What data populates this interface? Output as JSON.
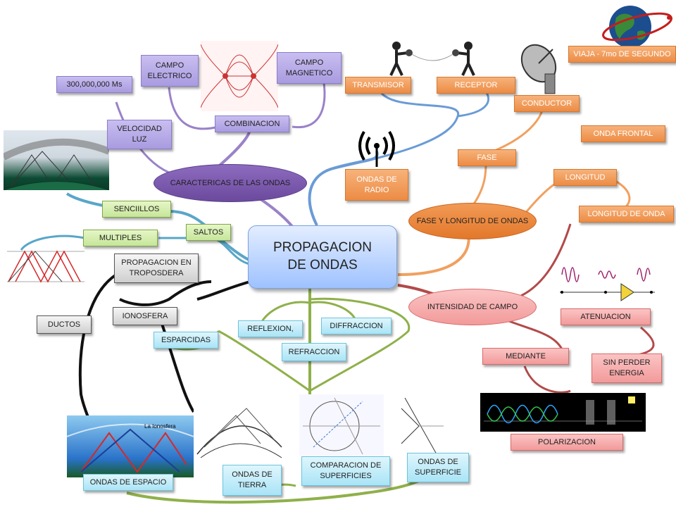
{
  "central": {
    "label": "PROPAGACION\nDE ONDAS"
  },
  "nodes": {
    "caracteristicas": "CARACTERICAS DE LAS ONDAS",
    "velocidad_luz": "VELOCIDAD LUZ",
    "velocidad_valor": "300,000,000 Ms",
    "campo_electrico": "CAMPO ELECTRICO",
    "campo_magnetico": "CAMPO MAGNETICO",
    "combinacion": "COMBINACION",
    "transmisor": "TRANSMISOR",
    "receptor": "RECEPTOR",
    "conductor": "CONDUCTOR",
    "viaja": "VIAJA - 7mo DE SEGUNDO",
    "ondas_radio": "ONDAS DE RADIO",
    "fase": "FASE",
    "onda_frontal": "ONDA  FRONTAL",
    "longitud": "LONGITUD",
    "longitud_onda": "LONGITUD  DE ONDA",
    "fase_longitud": "FASE Y LONGITUD  DE ONDAS",
    "intensidad": "INTENSIDAD  DE CAMPO",
    "atenuacion": "ATENUACION",
    "mediante": "MEDIANTE",
    "sin_perder": "SIN PERDER ENERGIA",
    "polarizacion": "POLARIZACION",
    "sencillos": "SENCIILLOS",
    "multiples": "MULTIPLES",
    "saltos": "SALTOS",
    "troposfera": "PROPAGACION EN TROPOSDERA",
    "ionosfera": "IONOSFERA",
    "ductos": "DUCTOS",
    "esparcidas": "ESPARCIDAS",
    "reflexion": "REFLEXION,",
    "difraccion": "DIFFRACCION",
    "refraccion": "REFRACCION",
    "ondas_espacio": "ONDAS DE ESPACIO",
    "ondas_tierra": "ONDAS DE TIERRA",
    "comparacion": "COMPARACION DE SUPERFICIES",
    "ondas_superficie": "ONDAS DE SUPERFICIE"
  },
  "images": {
    "ionosfera_labels": {
      "title": "La Ionosfera"
    },
    "field_lines": "electric-field-lines-image",
    "boxers": "transmitter-receiver-figures-image",
    "globe": "globe-icon",
    "dish": "satellite-dish-icon",
    "radio": "radio-waves-icon"
  },
  "colors": {
    "purple": "#a99be0",
    "orange": "#ec8c45",
    "green": "#c6e69a",
    "grey": "#cfcfcf",
    "cyan": "#a9e4f6",
    "pink": "#f29a9a",
    "central": "#9ec2ff"
  }
}
